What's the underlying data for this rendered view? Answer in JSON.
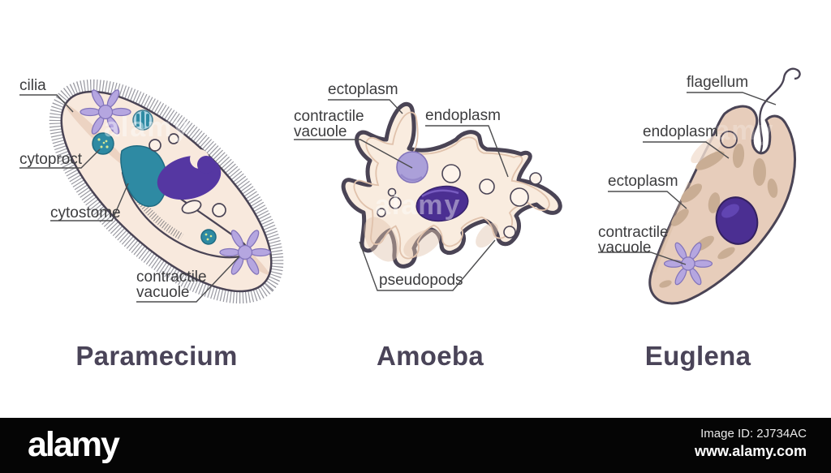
{
  "figure": {
    "watermark_text": "alamy",
    "panels": [
      {
        "name": "paramecium",
        "title": "Paramecium",
        "labels": [
          "cilia",
          "cytoproct",
          "cytostome",
          "contractile\nvacuole"
        ]
      },
      {
        "name": "amoeba",
        "title": "Amoeba",
        "labels": [
          "ectoplasm",
          "contractile\nvacuole",
          "endoplasm",
          "pseudopods"
        ]
      },
      {
        "name": "euglena",
        "title": "Euglena",
        "labels": [
          "flagellum",
          "endoplasm",
          "ectoplasm",
          "contractile\nvacuole"
        ]
      }
    ],
    "colors": {
      "background": "#ffffff",
      "outline": "#4a4455",
      "cell_body_cream": "#f8e9dd",
      "euglena_body_tan": "#e7cdbb",
      "organelle_teal": "#2e8aa3",
      "food_vacuole_blue": "#a9d3e2",
      "nucleus_purple": "#5537a2",
      "nucleus_dark_purple": "#4b2f92",
      "contractile_vacuole_lavender": "#b5a6e0",
      "chloroplast_tan": "#c9ad94",
      "cilia_gray": "#9a9aa2",
      "label_text": "#3c3c3e",
      "title_text": "#4a4458",
      "footer_bg": "#000000",
      "footer_text": "#ffffff"
    }
  },
  "footer": {
    "logo": "alamy",
    "image_id": "Image ID: 2J734AC",
    "website": "www.alamy.com"
  }
}
